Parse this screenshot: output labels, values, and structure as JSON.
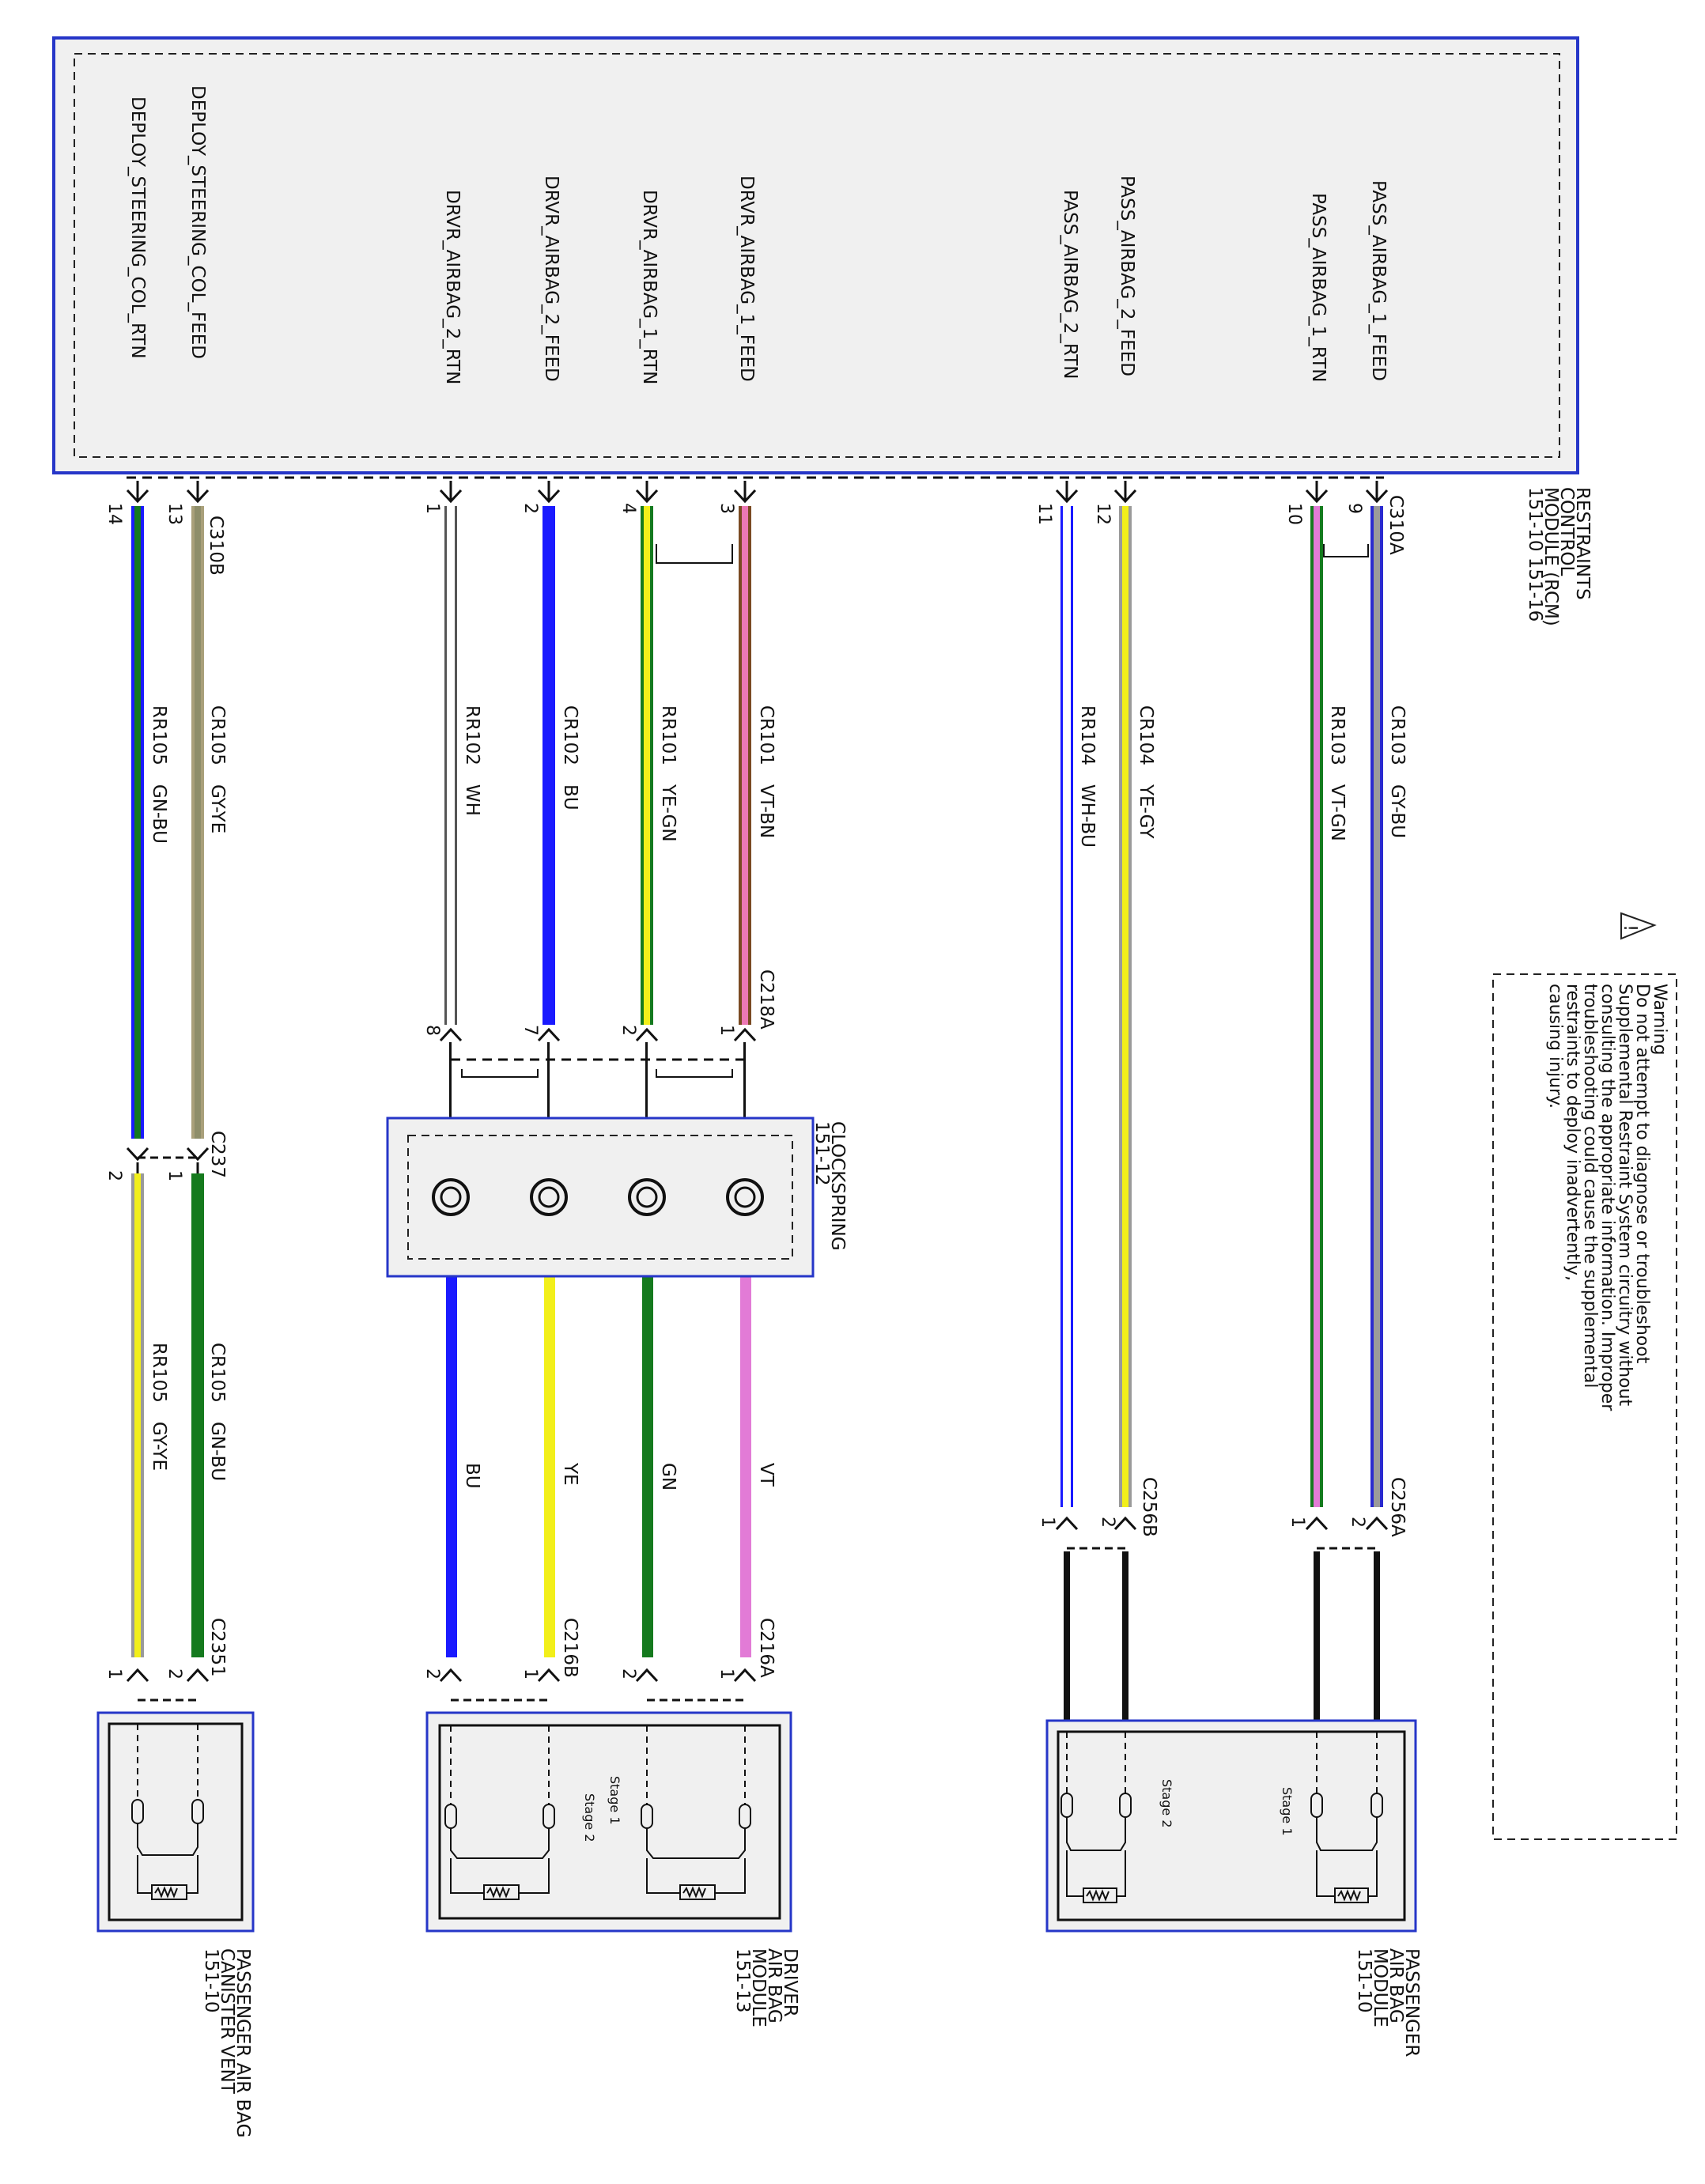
{
  "rcm": {
    "title_lines": [
      "RESTRAINTS",
      "CONTROL",
      "MODULE (RCM)",
      "151-10    151-16"
    ],
    "signals": [
      "PASS_AIRBAG_1_FEED",
      "PASS_AIRBAG_1_RTN",
      "PASS_AIRBAG_2_FEED",
      "PASS_AIRBAG_2_RTN",
      "DRVR_AIRBAG_1_FEED",
      "DRVR_AIRBAG_1_RTN",
      "DRVR_AIRBAG_2_FEED",
      "DRVR_AIRBAG_2_RTN",
      "DEPLOY_STEERING_COL_FEED",
      "DEPLOY_STEERING_COL_RTN"
    ]
  },
  "warning": {
    "lines": [
      "Warning",
      "Do not attempt to diagnose or troubleshoot",
      "Supplemental Restraint System circuitry without",
      "consulting the appropriate information. Improper",
      "troubleshooting could cause the supplemental",
      "restraints to deploy inadvertently,",
      "causing injury."
    ]
  },
  "connectors": {
    "c310a": "C310A",
    "c310b": "C310B",
    "c218a": "C218A",
    "c237": "C237",
    "c256a": "C256A",
    "c256b": "C256B",
    "c216a": "C216A",
    "c216b": "C216B",
    "c2351": "C2351"
  },
  "pins": {
    "c310a": [
      "9",
      "10"
    ],
    "c310a_b": [
      "12",
      "11"
    ],
    "drvr": [
      "3",
      "4",
      "2",
      "1"
    ],
    "steer": [
      "13",
      "14"
    ],
    "c218a": [
      "1",
      "2",
      "7",
      "8"
    ],
    "c237": [
      "1",
      "2"
    ],
    "c256a": [
      "2",
      "1"
    ],
    "c256b": [
      "2",
      "1"
    ],
    "c216a": [
      "1",
      "2"
    ],
    "c216b": [
      "1",
      "2"
    ],
    "c2351": [
      "2",
      "1"
    ]
  },
  "circuits": [
    {
      "code": "CR103",
      "color": "GY-BU"
    },
    {
      "code": "RR103",
      "color": "VT-GN"
    },
    {
      "code": "CR104",
      "color": "YE-GY"
    },
    {
      "code": "RR104",
      "color": "WH-BU"
    },
    {
      "code": "CR101",
      "color": "VT-BN"
    },
    {
      "code": "RR101",
      "color": "YE-GN"
    },
    {
      "code": "CR102",
      "color": "BU"
    },
    {
      "code": "RR102",
      "color": "WH"
    },
    {
      "code": "CR105",
      "color": "GY-YE"
    },
    {
      "code": "RR105",
      "color": "GN-BU"
    },
    {
      "code": "CR105",
      "color": "GN-BU"
    },
    {
      "code": "RR105",
      "color": "GY-YE"
    }
  ],
  "clockspring_out": [
    "VT",
    "GN",
    "YE",
    "BU"
  ],
  "clockspring": {
    "lines": [
      "CLOCKSPRING",
      "151-12"
    ]
  },
  "pab_module": {
    "lines": [
      "PASSENGER",
      "AIR BAG",
      "MODULE",
      "151-10"
    ],
    "stages": [
      "Stage 1",
      "Stage 2"
    ]
  },
  "dab_module": {
    "lines": [
      "DRIVER",
      "AIR BAG",
      "MODULE",
      "151-13"
    ],
    "stages": [
      "Stage 1",
      "Stage 2"
    ]
  },
  "vent_module": {
    "lines": [
      "PASSENGER AIR BAG",
      "CANISTER VENT",
      "151-10"
    ]
  },
  "wire_colors": {
    "gray": "#9a9a9a",
    "blue": "#1a1aff",
    "violet": "#e27bd6",
    "yellow": "#f2ef1a",
    "green": "#157a1e",
    "pink": "#ec78b4",
    "tan": "#a9a07a",
    "white": "#ffffff",
    "black": "#111111",
    "module_border": "#2636c8",
    "module_fill": "#f0f0f0"
  }
}
